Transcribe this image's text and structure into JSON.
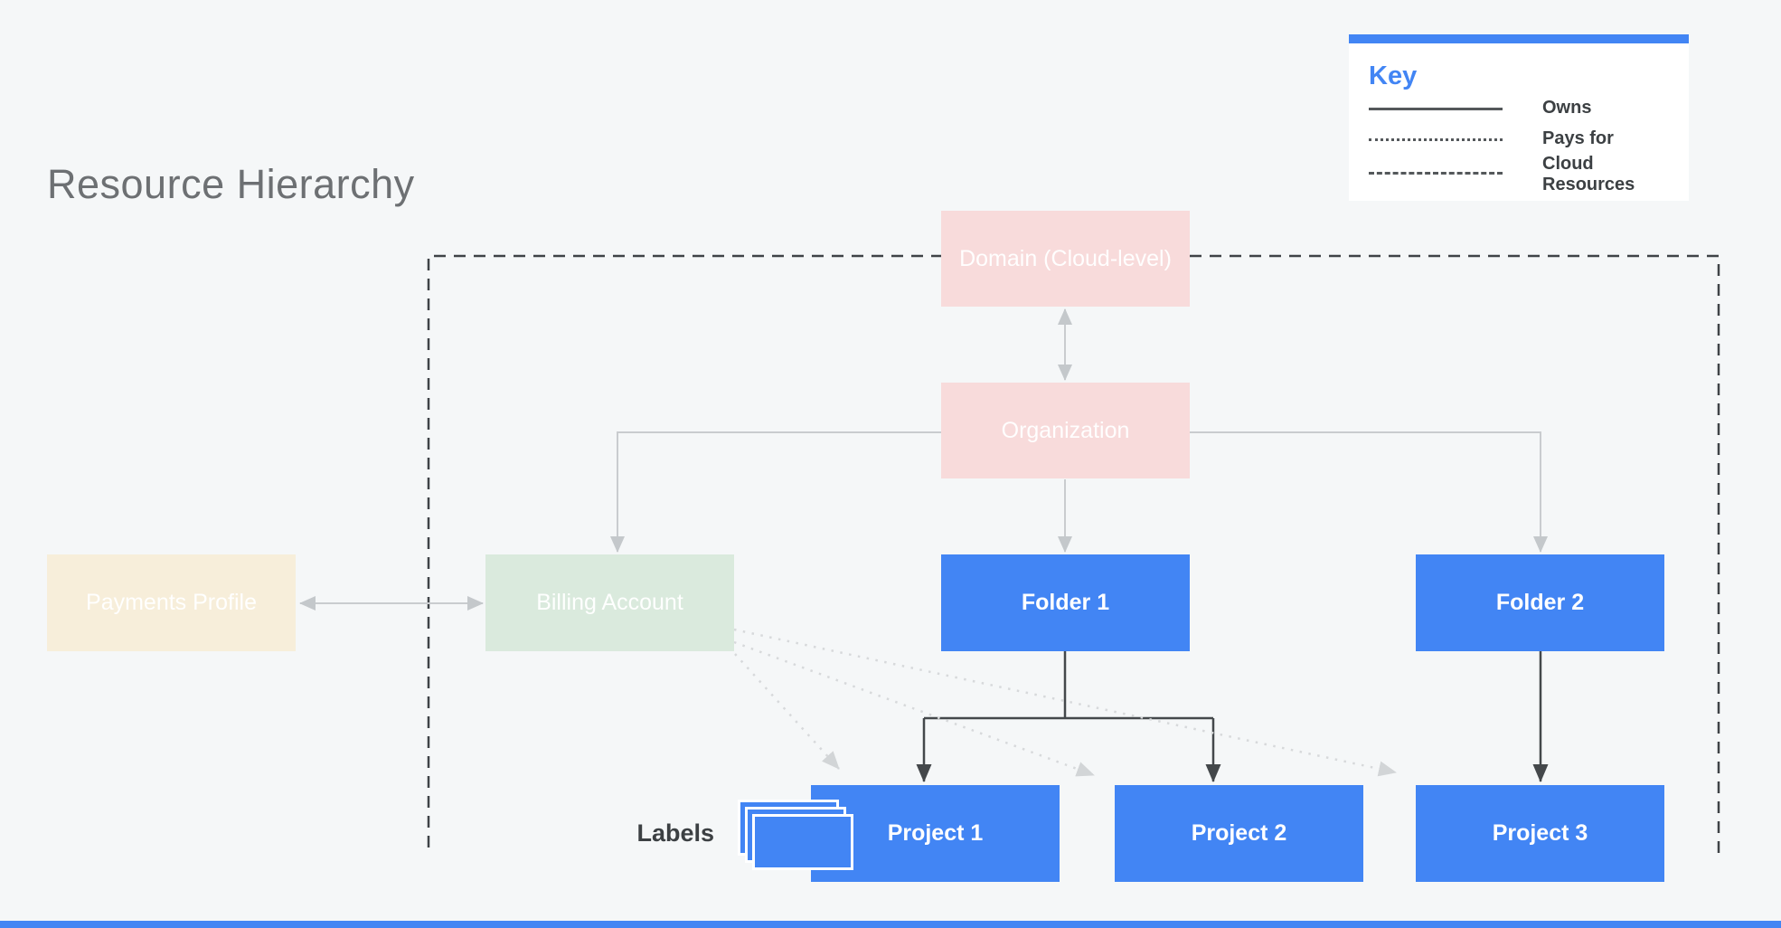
{
  "page": {
    "title": "Resource Hierarchy"
  },
  "legend": {
    "title": "Key",
    "items": [
      {
        "style": "solid",
        "label": "Owns"
      },
      {
        "style": "dotted",
        "label": "Pays for"
      },
      {
        "style": "dashed",
        "label": "Cloud Resources"
      }
    ]
  },
  "nodes": {
    "domain": {
      "label": "Domain (Cloud-level)",
      "color": "#f8dbdb"
    },
    "organization": {
      "label": "Organization",
      "color": "#f8dbdb"
    },
    "payments_profile": {
      "label": "Payments Profile",
      "color": "#f7eeda"
    },
    "billing_account": {
      "label": "Billing Account",
      "color": "#daeadd"
    },
    "folder1": {
      "label": "Folder 1",
      "color": "#4285f4"
    },
    "folder2": {
      "label": "Folder 2",
      "color": "#4285f4"
    },
    "project1": {
      "label": "Project 1",
      "color": "#4285f4"
    },
    "project2": {
      "label": "Project 2",
      "color": "#4285f4"
    },
    "project3": {
      "label": "Project 3",
      "color": "#4285f4"
    }
  },
  "edges": [
    {
      "from": "domain",
      "to": "organization",
      "type": "owns",
      "bidirectional": true
    },
    {
      "from": "organization",
      "to": "billing_account",
      "type": "owns"
    },
    {
      "from": "organization",
      "to": "folder1",
      "type": "owns"
    },
    {
      "from": "organization",
      "to": "folder2",
      "type": "owns"
    },
    {
      "from": "payments_profile",
      "to": "billing_account",
      "type": "owns",
      "bidirectional": true
    },
    {
      "from": "folder1",
      "to": "project1",
      "type": "owns"
    },
    {
      "from": "folder1",
      "to": "project2",
      "type": "owns"
    },
    {
      "from": "folder2",
      "to": "project3",
      "type": "owns"
    },
    {
      "from": "billing_account",
      "to": "project1",
      "type": "pays_for"
    },
    {
      "from": "billing_account",
      "to": "project2",
      "type": "pays_for"
    },
    {
      "from": "billing_account",
      "to": "project3",
      "type": "pays_for"
    }
  ],
  "annotations": {
    "labels_caption": "Labels"
  },
  "colors": {
    "background": "#f5f7f8",
    "accent_blue": "#4285f4",
    "pastel_pink": "#f8dbdb",
    "pastel_green": "#daeadd",
    "pastel_cream": "#f7eeda",
    "dark_line": "#3f4347",
    "gray_line": "#c9cccf",
    "dotted_line": "#d7d9db",
    "title_gray": "#6d7073",
    "label_dark": "#3c4043"
  }
}
